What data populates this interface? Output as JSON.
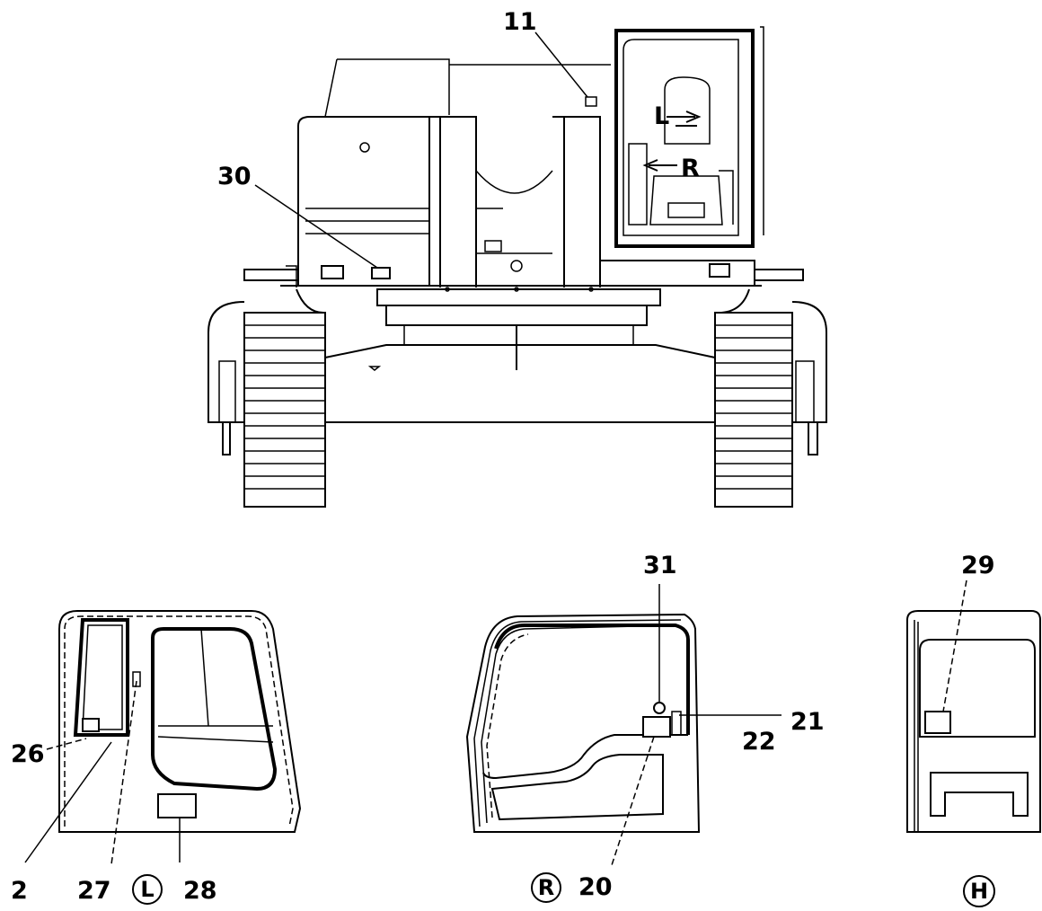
{
  "callouts": {
    "c11": "11",
    "c30": "30",
    "c31": "31",
    "c29": "29",
    "c26": "26",
    "c2": "2",
    "c27": "27",
    "c28": "28",
    "c21": "21",
    "c22": "22",
    "c20": "20",
    "seat_L": "L",
    "seat_R": "R"
  },
  "view_markers": {
    "left": "L",
    "right": "R",
    "rear": "H"
  }
}
